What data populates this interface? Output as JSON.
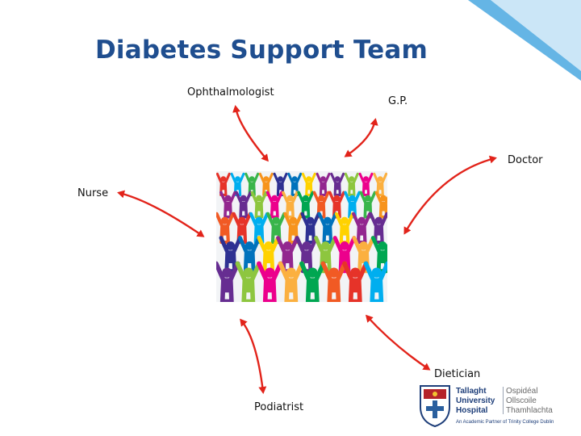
{
  "title": "Diabetes Support Team",
  "roles": {
    "ophthalmologist": "Ophthalmologist",
    "gp": "G.P.",
    "doctor": "Doctor",
    "nurse": "Nurse",
    "dietician": "Dietician",
    "podiatrist": "Podiatrist"
  },
  "logo": {
    "name_en": [
      "Tallaght",
      "University",
      "Hospital"
    ],
    "name_ga": [
      "Ospidéal",
      "Ollscoile",
      "Thamhlachta"
    ],
    "tagline": "An Academic Partner of Trinity College Dublin"
  },
  "colors": {
    "title": "#1f4e8f",
    "arrow": "#e2231a",
    "accent_stripe": "#4aa8e0"
  },
  "icons": [
    "people-group-image",
    "hospital-crest-icon"
  ]
}
